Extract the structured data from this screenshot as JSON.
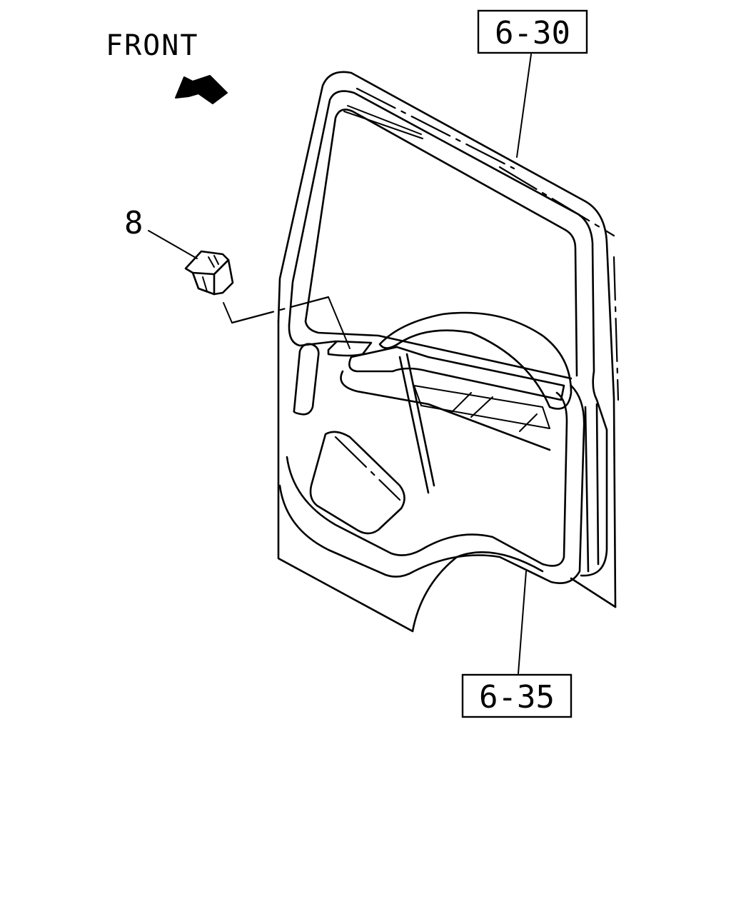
{
  "labels": {
    "front": "FRONT",
    "part_item": "8",
    "ref_upper": "6-30",
    "ref_lower": "6-35"
  },
  "colors": {
    "ink": "#000000",
    "paper": "#ffffff"
  },
  "icons": {
    "direction": "arrow-up-left-icon"
  }
}
